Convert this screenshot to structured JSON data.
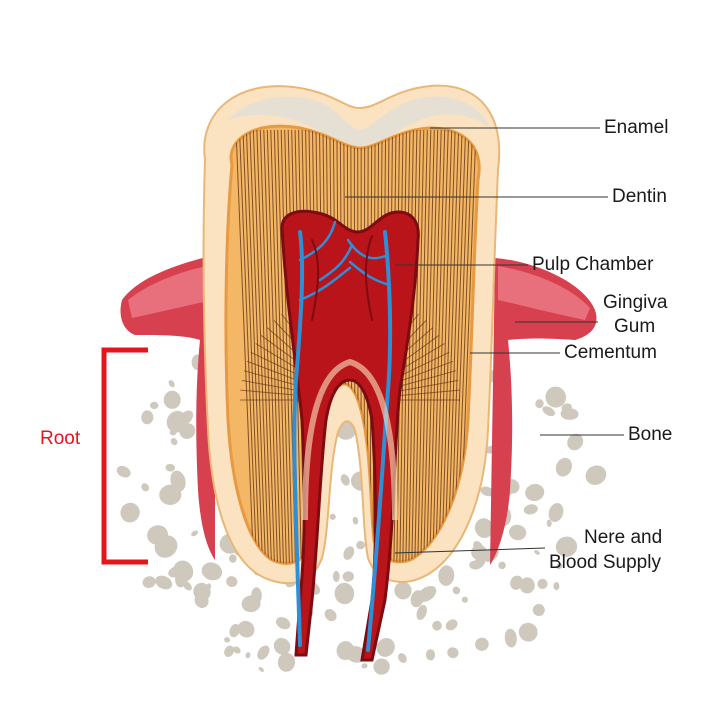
{
  "labels": {
    "enamel": "Enamel",
    "dentin": "Dentin",
    "pulp": "Pulp Chamber",
    "gingiva": "Gingiva",
    "gum": "Gum",
    "cementum": "Cementum",
    "bone": "Bone",
    "nerve1": "Nere and",
    "nerve2": "Blood Supply",
    "root": "Root"
  },
  "colors": {
    "enamel": "#fbe3c2",
    "enamel_top": "#ece6dc",
    "dentin": "#f3b766",
    "dentin_edge": "#e79a42",
    "pulp": "#b8141a",
    "pulp_dark": "#7d0b10",
    "vessel_blue": "#2f8fd6",
    "gum": "#d7404f",
    "gum_light": "#e8707d",
    "bone": "#cfc8bd",
    "root_bracket": "#e8141b",
    "leader": "#333333"
  }
}
